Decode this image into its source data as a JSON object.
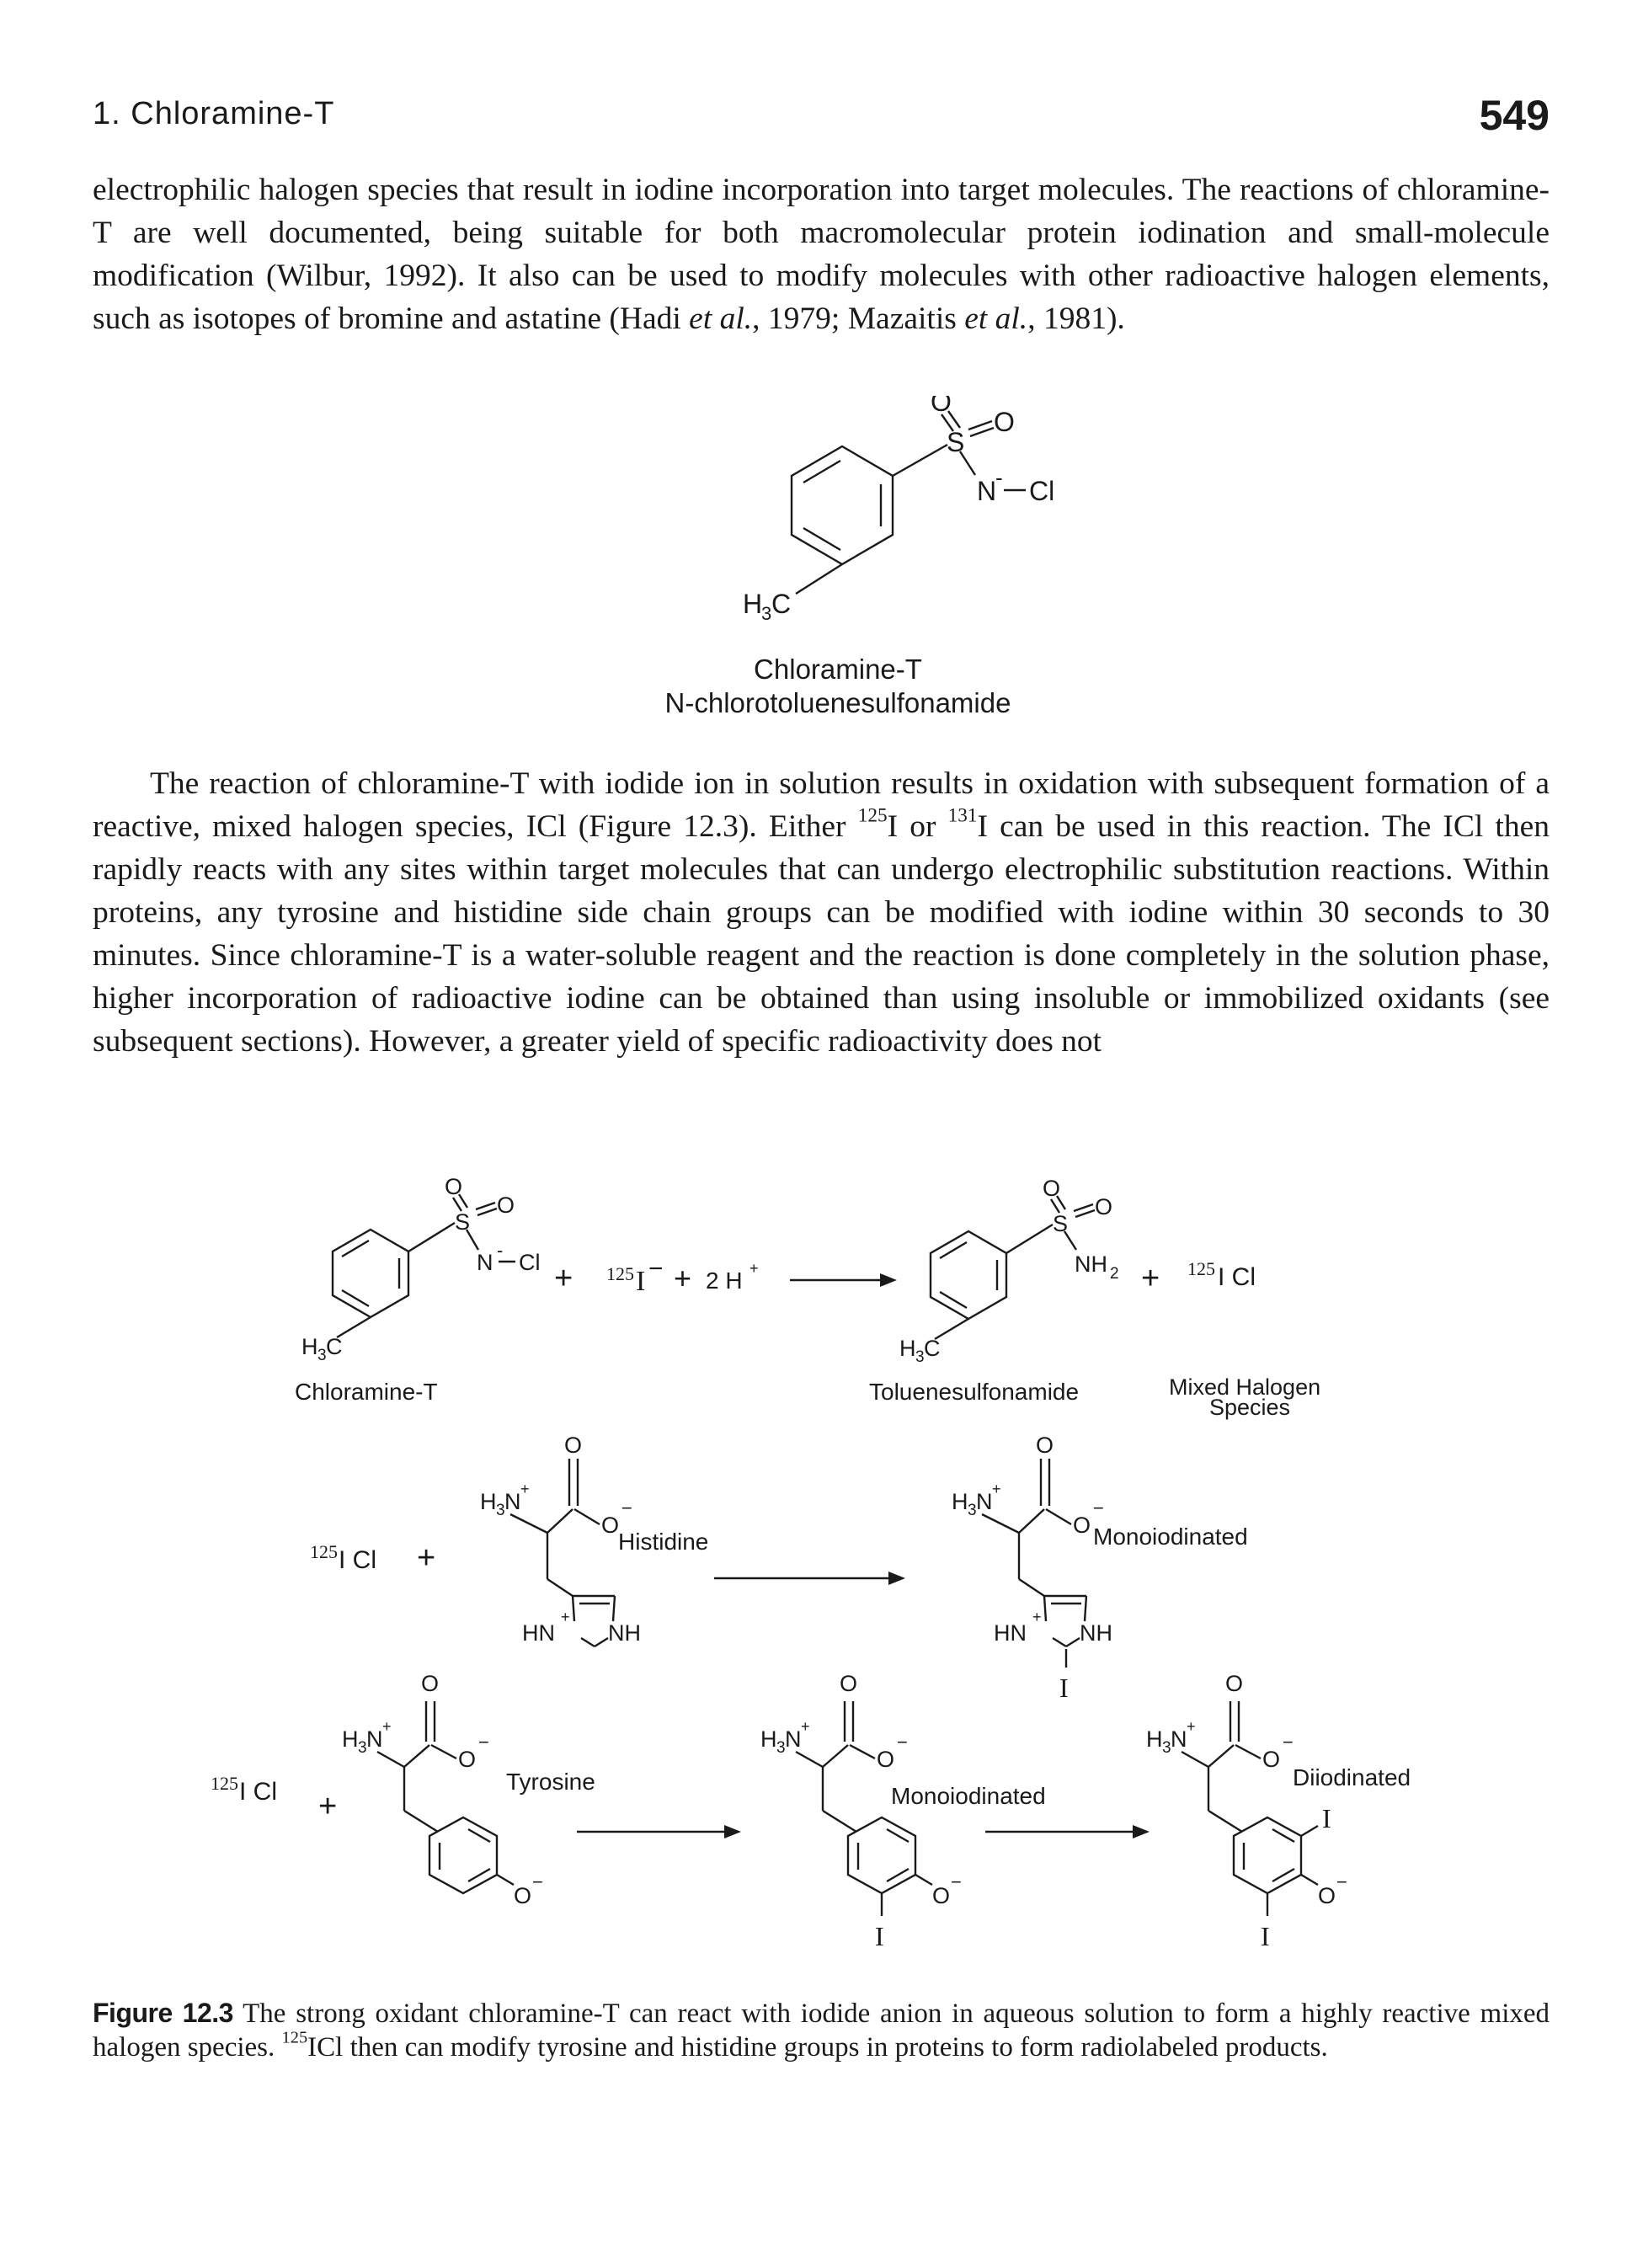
{
  "header": {
    "chapter": "1. Chloramine-T",
    "page_number": "549"
  },
  "paragraph1": {
    "text_a": "electrophilic halogen species that result in iodine incorporation into target molecules. The reactions of chloramine-T are well documented, being suitable for both macromolecular protein iodination and small-molecule modification (Wilbur, 1992). It also can be used to modify molecules with other radioactive halogen elements, such as isotopes of bromine and astatine (Hadi ",
    "etal1": "et al.",
    "text_b": ", 1979; Mazaitis ",
    "etal2": "et al.",
    "text_c": ", 1981)."
  },
  "structure1": {
    "labels": {
      "o_top": "O",
      "o_right": "O",
      "s": "S",
      "n_cl": "N",
      "minus": "-",
      "cl": "Cl",
      "h3c_h": "H",
      "h3c_3": "3",
      "h3c_c": "C"
    },
    "caption_line1": "Chloramine-T",
    "caption_line2": "N-chlorotoluenesulfonamide"
  },
  "paragraph2": {
    "text_a": "The reaction of chloramine-T with iodide ion in solution results in oxidation with subsequent formation of a reactive, mixed halogen species, ICl (Figure 12.3). Either ",
    "iso1_mass": "125",
    "iso1_sym": "I",
    "text_or": " or ",
    "iso2_mass": "131",
    "iso2_sym": "I",
    "text_b": " can be used in this reaction. The ICl then rapidly reacts with any sites within target molecules that can undergo electrophilic substitution reactions. Within proteins, any tyrosine and histidine side chain groups can be modified with iodine within 30 seconds to 30 minutes. Since chloramine-T is a water-soluble reagent and the reaction is done completely in the solution phase, higher incorporation of radioactive iodine can be obtained than using insoluble or immobilized oxidants (see subsequent sections). However, a greater yield of specific radioactivity does not"
  },
  "figure": {
    "row1": {
      "reactant_name": "Chloramine-T",
      "plus": "+",
      "iodide_mass": "125",
      "iodide_sym": "I",
      "iodide_charge": "−",
      "plus2": "+",
      "protons": "2 H",
      "proton_charge": "+",
      "product_name": "Toluenesulfonamide",
      "nh2": "NH",
      "nh2_sub": "2",
      "plus3": "+",
      "icl_mass": "125",
      "icl_sym": "I Cl",
      "mixed_line1": "Mixed Halogen",
      "mixed_line2": "Species"
    },
    "row2": {
      "icl_mass": "125",
      "icl_sym": "I Cl",
      "plus": "+",
      "reactant_name": "Histidine",
      "product_name": "Monoiodinated",
      "h3n": "H",
      "o_minus": "O",
      "hn": "HN",
      "nh": "NH",
      "iodine": "I"
    },
    "row3": {
      "icl_mass": "125",
      "icl_sym": "I Cl",
      "plus": "+",
      "reactant_name": "Tyrosine",
      "mono_name": "Monoiodinated",
      "di_name": "Diiodinated",
      "iodine": "I"
    },
    "caption_label": "Figure 12.3",
    "caption_text_a": " The strong oxidant chloramine-T can react with iodide anion in aqueous solution to form a highly reactive mixed halogen species. ",
    "caption_mass": "125",
    "caption_text_b": "ICl then can modify tyrosine and histidine groups in proteins to form radiolabeled products."
  }
}
